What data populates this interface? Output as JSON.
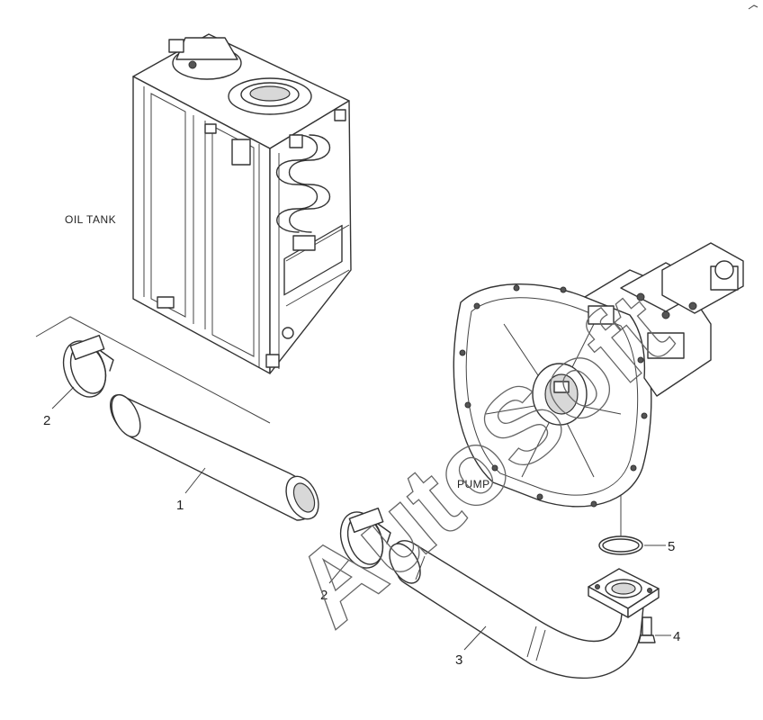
{
  "labels": {
    "oil_tank": "OIL TANK",
    "pump": "PUMP"
  },
  "callouts": {
    "hose": "1",
    "clamp_upper": "2",
    "clamp_lower": "2",
    "tube": "3",
    "bolt": "4",
    "o_ring": "5"
  },
  "watermark": "AutoSoft"
}
